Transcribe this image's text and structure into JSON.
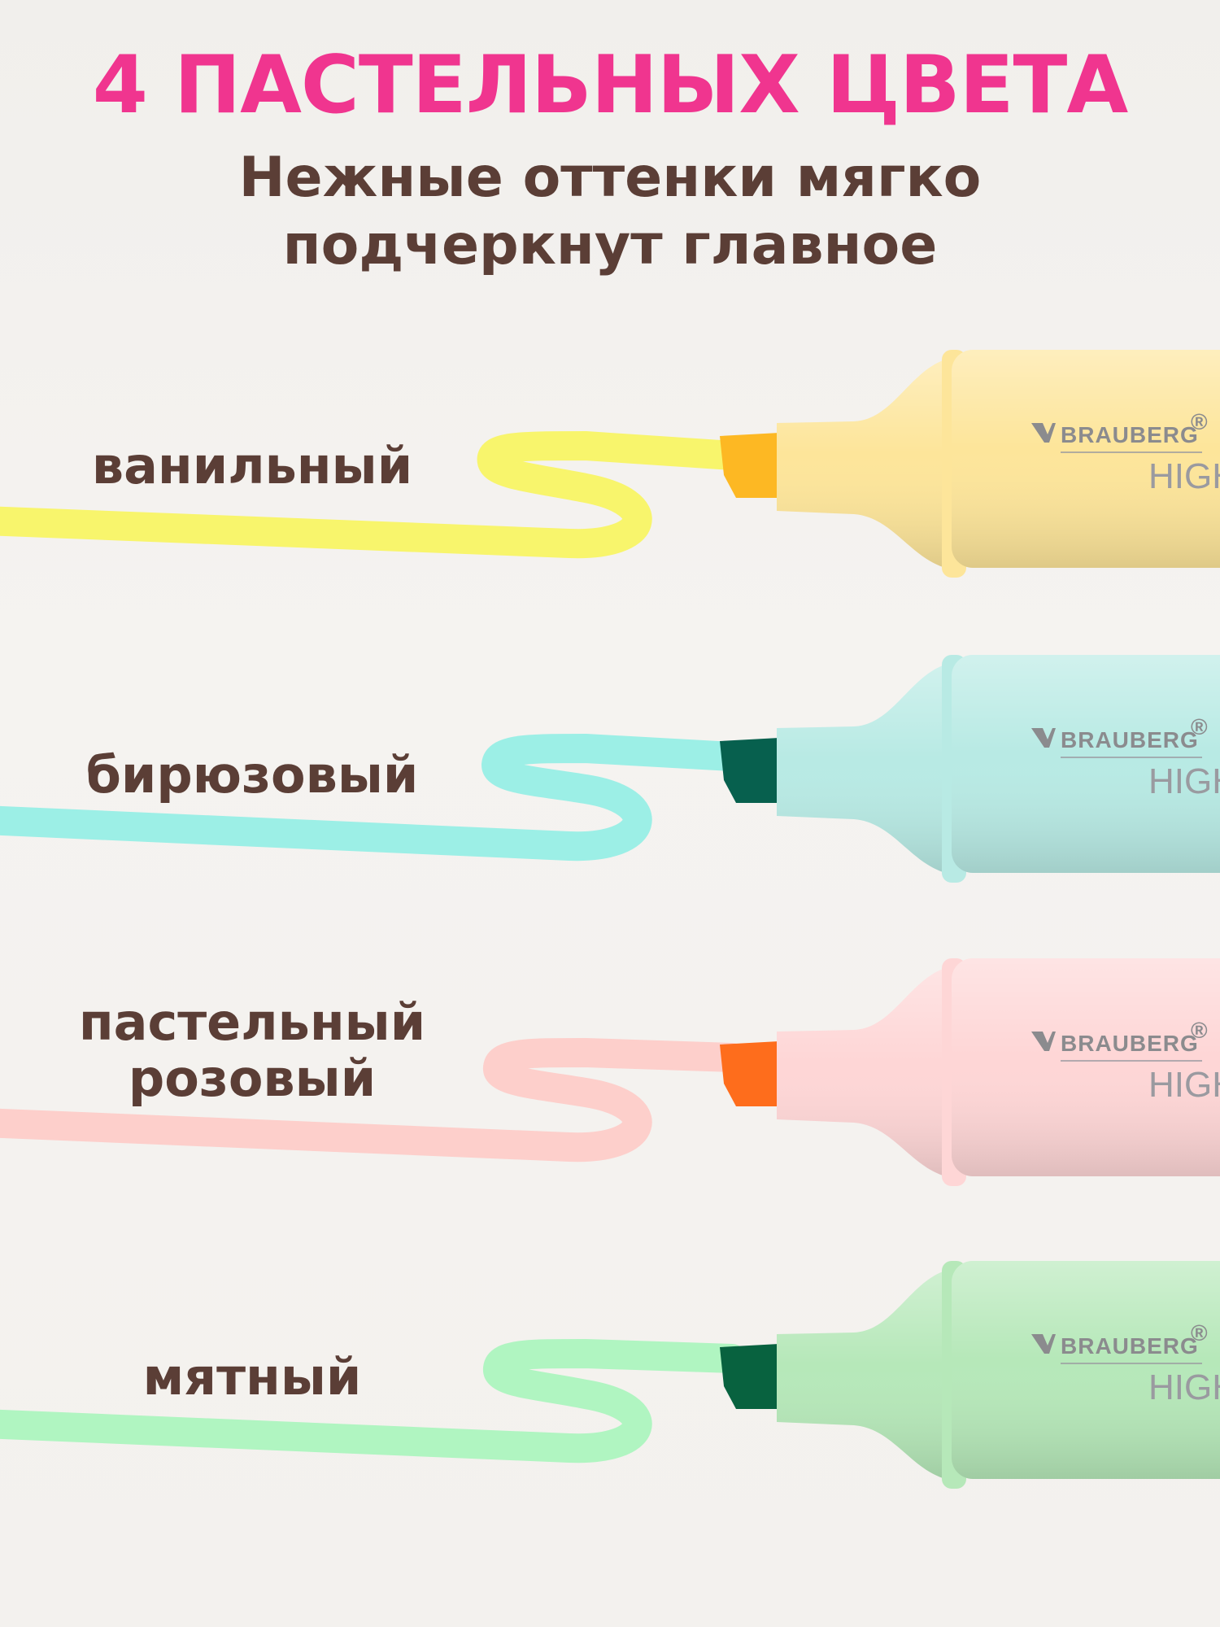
{
  "header": {
    "title": "4 ПАСТЕЛЬНЫХ ЦВЕТА",
    "subtitle_line1": "Нежные оттенки мягко",
    "subtitle_line2": "подчеркнут главное"
  },
  "brand": {
    "name": "BRAUBERG",
    "registered": "®",
    "model": "HIGH"
  },
  "markers": [
    {
      "label": "ванильный",
      "stroke_color": "#f8f56c",
      "body_color": "#fde59a",
      "tip_color": "#fdb823"
    },
    {
      "label": "бирюзовый",
      "stroke_color": "#9cefe6",
      "body_color": "#b8eae4",
      "tip_color": "#07604e"
    },
    {
      "label_line1": "пастельный",
      "label_line2": "розовый",
      "stroke_color": "#fdcfcb",
      "body_color": "#fed6d6",
      "tip_color": "#fe6d1c"
    },
    {
      "label": "мятный",
      "stroke_color": "#b0f5c1",
      "body_color": "#b6e8b9",
      "tip_color": "#08623f"
    }
  ],
  "colors": {
    "title": "#f0358f",
    "text": "#5b3e36",
    "background": "#f3f1ee"
  }
}
